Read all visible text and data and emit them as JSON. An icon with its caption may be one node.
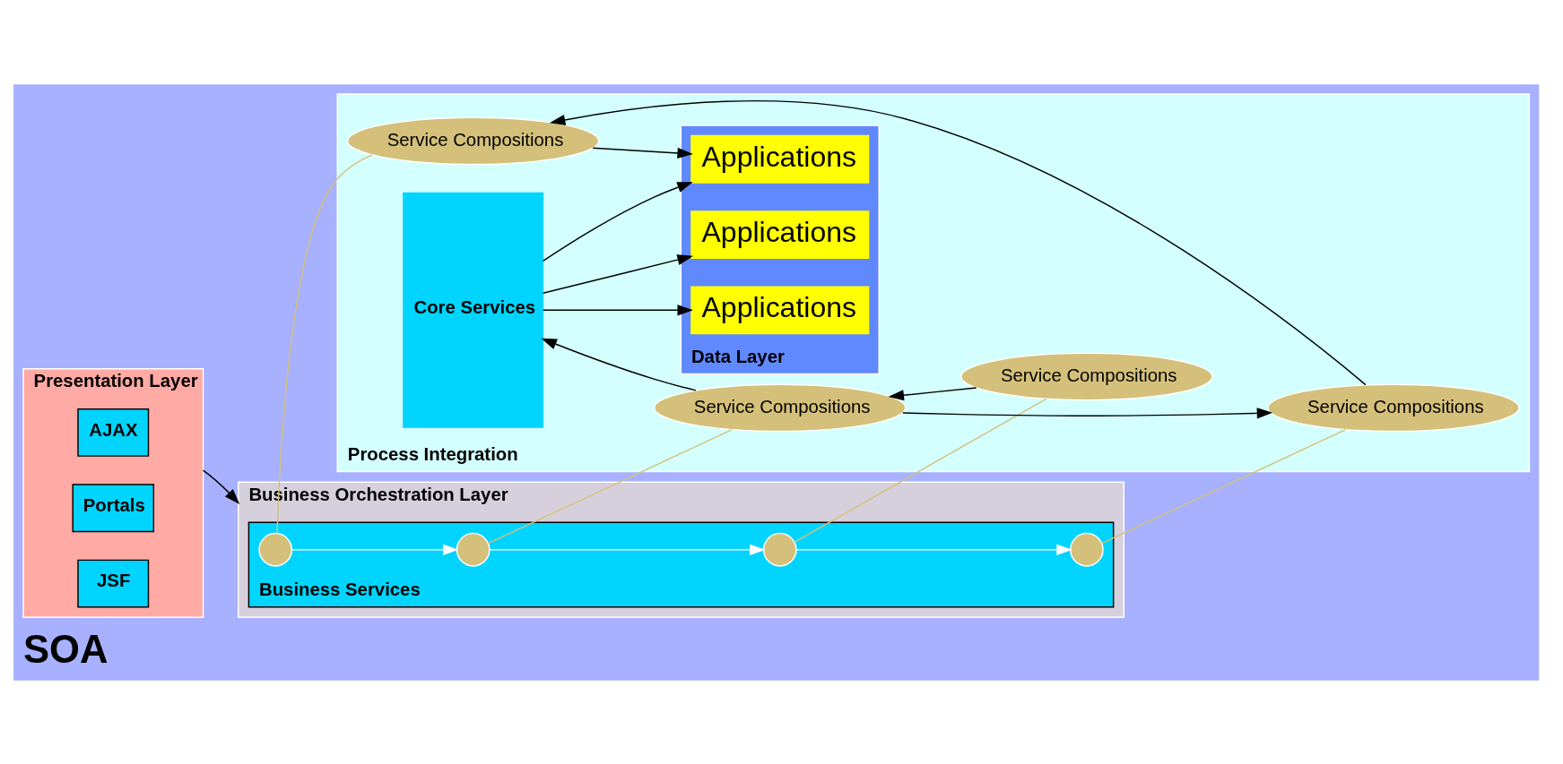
{
  "diagram": {
    "nodes": [
      {
        "text": [
          "SOA"
        ]
      },
      {
        "text": [
          "Presentation Layer"
        ],
        "in": 0
      },
      {
        "text": [
          "AJAX"
        ],
        "in": 1
      },
      {
        "text": [
          "Portals"
        ],
        "in": 1
      },
      {
        "text": [
          "JSF"
        ],
        "in": 1
      },
      {
        "text": [
          "Business Orchestration Layer"
        ],
        "in": 0
      },
      {
        "text": [
          "Business Services"
        ],
        "in": 5
      },
      {
        "text": [],
        "shape": "circle",
        "in": 6
      },
      {
        "text": [],
        "shape": "circle",
        "in": 6
      },
      {
        "text": [],
        "shape": "circle",
        "in": 6
      },
      {
        "text": [],
        "shape": "circle",
        "in": 6
      },
      {
        "text": [
          "Process Integration"
        ],
        "in": 0
      },
      {
        "text": [
          "Service Compositions"
        ],
        "in": 11
      },
      {
        "text": [
          "Service Compositions"
        ],
        "in": 11
      },
      {
        "text": [
          "Service Compositions"
        ],
        "in": 11
      },
      {
        "text": [
          "Service Compositions"
        ],
        "in": 11
      },
      {
        "text": [
          "Core Services"
        ],
        "in": 11
      },
      {
        "text": [
          "Data Layer"
        ],
        "in": 11
      },
      {
        "text": [
          "Applications"
        ],
        "in": 17
      },
      {
        "text": [
          "Applications"
        ],
        "in": 17
      },
      {
        "text": [
          "Applications"
        ],
        "in": 17
      }
    ],
    "edges": [
      {
        "from": 1,
        "to": 5,
        "arrow": "to"
      },
      {
        "from": 7,
        "to": 8,
        "arrow": "to",
        "color": "#ffffff"
      },
      {
        "from": 8,
        "to": 9,
        "arrow": "to",
        "color": "#ffffff"
      },
      {
        "from": 9,
        "to": 10,
        "arrow": "to",
        "color": "#ffffff"
      },
      {
        "from": 7,
        "to": 12,
        "arrow": "none",
        "color": "#d4c07a"
      },
      {
        "from": 8,
        "to": 13,
        "arrow": "none",
        "color": "#d4c07a"
      },
      {
        "from": 9,
        "to": 14,
        "arrow": "none",
        "color": "#d4c07a"
      },
      {
        "from": 10,
        "to": 15,
        "arrow": "none",
        "color": "#d4c07a"
      },
      {
        "from": 15,
        "to": 12,
        "arrow": "to"
      },
      {
        "from": 14,
        "to": 13,
        "arrow": "to"
      },
      {
        "from": 13,
        "to": 15,
        "arrow": "to"
      },
      {
        "from": 12,
        "to": 18,
        "arrow": "to"
      },
      {
        "from": 13,
        "to": 16,
        "arrow": "to"
      },
      {
        "from": 16,
        "to": 18,
        "arrow": "to"
      },
      {
        "from": 16,
        "to": 19,
        "arrow": "to"
      },
      {
        "from": 16,
        "to": 20,
        "arrow": "to"
      }
    ]
  }
}
